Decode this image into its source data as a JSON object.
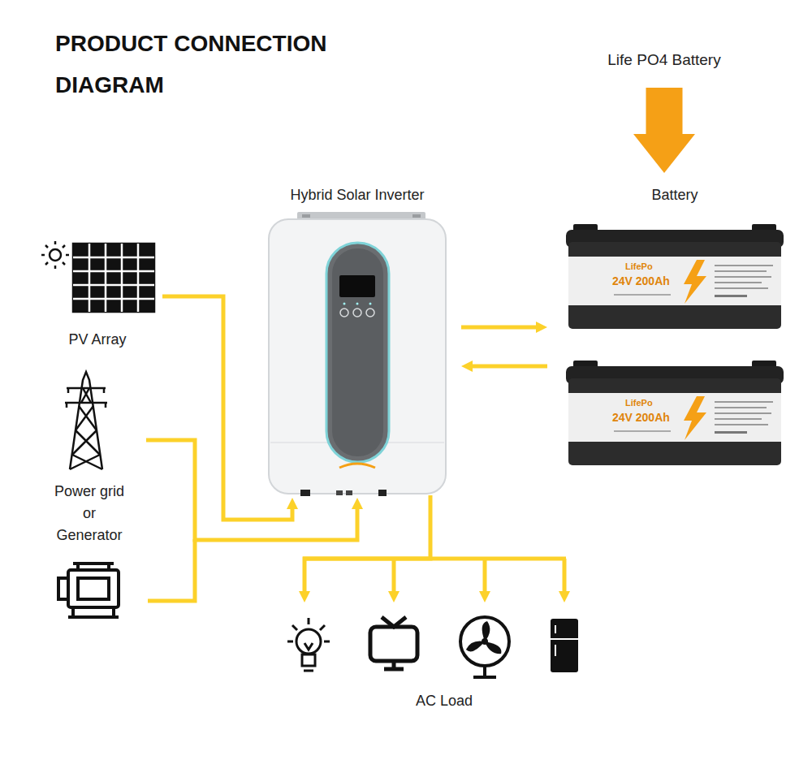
{
  "diagram": {
    "title": "PRODUCT CONNECTION DIAGRAM",
    "nodes": [
      {
        "text": [
          "Life PO4 Battery"
        ]
      },
      {
        "text": [
          "Hybrid Solar Inverter"
        ]
      },
      {
        "text": [
          "Battery"
        ]
      },
      {
        "text": [
          "PV Array"
        ]
      },
      {
        "text": [
          "Power grid or Generator"
        ]
      },
      {
        "text": [
          "AC Load"
        ]
      }
    ],
    "edges": [
      {
        "from": 0,
        "to": 2,
        "arrow": "to"
      },
      {
        "from": 3,
        "to": 1,
        "arrow": "to"
      },
      {
        "from": 4,
        "to": 1,
        "arrow": "to"
      },
      {
        "from": 1,
        "to": 2,
        "arrow": "to"
      },
      {
        "from": 2,
        "to": 1,
        "arrow": "to"
      },
      {
        "from": 1,
        "to": 5,
        "arrow": "to"
      }
    ],
    "labels": [
      "LifePo",
      "24V 200Ah",
      "LifePo",
      "24V 200Ah"
    ]
  }
}
